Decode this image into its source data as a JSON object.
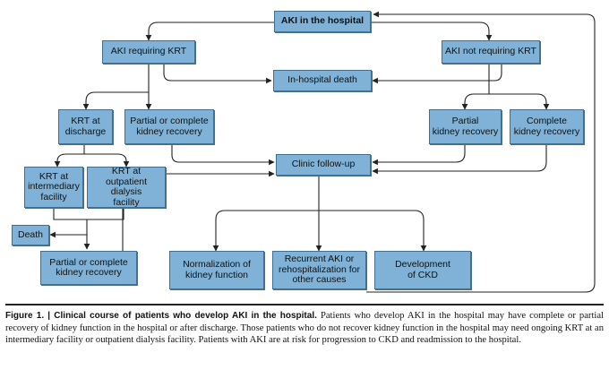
{
  "nodes": {
    "aki_hospital": "AKI in the hospital",
    "aki_krt": "AKI requiring KRT",
    "aki_no_krt": "AKI not requiring KRT",
    "inhospital_death": "In-hospital death",
    "krt_discharge": "KRT at\ndischarge",
    "partial_complete_1": "Partial or complete\nkidney recovery",
    "partial_recovery": "Partial\nkidney recovery",
    "complete_recovery": "Complete\nkidney recovery",
    "clinic_followup": "Clinic follow-up",
    "krt_intermediary": "KRT at\nintermediary\nfacility",
    "krt_outpatient": "KRT at\noutpatient dialysis\nfacility",
    "death": "Death",
    "partial_complete_2": "Partial or complete\nkidney recovery",
    "normalization": "Normalization of\nkidney function",
    "recurrent_aki": "Recurrent AKI or\nrehospitalization for\nother causes",
    "ckd": "Development\nof CKD"
  },
  "caption": {
    "lead": "Figure 1. | Clinical course of patients who develop AKI in the hospital.",
    "body": " Patients who develop AKI in the hospital may have complete or partial recovery of kidney function in the hospital or after discharge. Those patients who do not recover kidney function in the hospital may need ongoing KRT at an intermediary facility or outpatient dialysis facility. Patients with AKI are at risk for progression to CKD and readmission to the hospital."
  },
  "colors": {
    "box_fill": "#7fb2d6",
    "box_border": "#3f6f93",
    "arrow": "#222222"
  }
}
